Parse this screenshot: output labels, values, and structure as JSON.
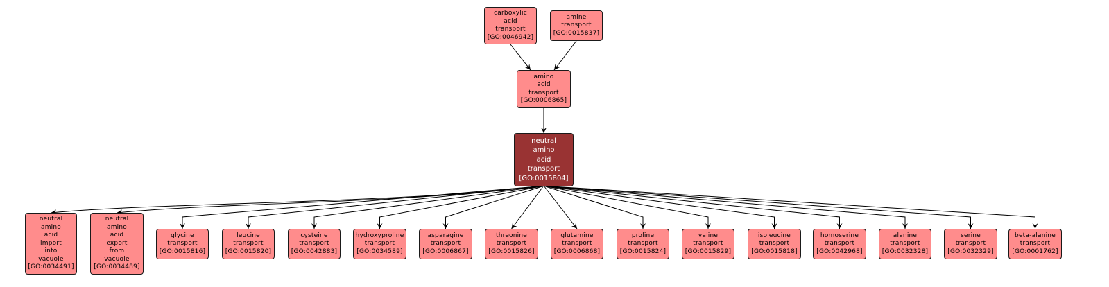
{
  "diagram": {
    "type": "GO term ancestor/descendant graph",
    "colors": {
      "node_fill": "#ff8c8c",
      "focus_fill": "#993333",
      "node_border": "#1a1a1a",
      "edge": "#000000",
      "focus_text": "#ffffff",
      "node_text": "#000000"
    },
    "nodes": [
      {
        "id": "GO:0046942",
        "lines": [
          "carboxylic",
          "acid",
          "transport",
          "[GO:0046942]"
        ],
        "role": "ancestor"
      },
      {
        "id": "GO:0015837",
        "lines": [
          "amine",
          "transport",
          "[GO:0015837]"
        ],
        "role": "ancestor"
      },
      {
        "id": "GO:0006865",
        "lines": [
          "amino",
          "acid",
          "transport",
          "[GO:0006865]"
        ],
        "role": "parent"
      },
      {
        "id": "GO:0015804",
        "lines": [
          "neutral",
          "amino",
          "acid",
          "transport",
          "[GO:0015804]"
        ],
        "role": "focus"
      },
      {
        "id": "GO:0034491",
        "lines": [
          "neutral",
          "amino",
          "acid",
          "import",
          "into",
          "vacuole",
          "[GO:0034491]"
        ],
        "role": "child"
      },
      {
        "id": "GO:0034489",
        "lines": [
          "neutral",
          "amino",
          "acid",
          "export",
          "from",
          "vacuole",
          "[GO:0034489]"
        ],
        "role": "child"
      },
      {
        "id": "GO:0015816",
        "lines": [
          "glycine",
          "transport",
          "[GO:0015816]"
        ],
        "role": "child"
      },
      {
        "id": "GO:0015820",
        "lines": [
          "leucine",
          "transport",
          "[GO:0015820]"
        ],
        "role": "child"
      },
      {
        "id": "GO:0042883",
        "lines": [
          "cysteine",
          "transport",
          "[GO:0042883]"
        ],
        "role": "child"
      },
      {
        "id": "GO:0034589",
        "lines": [
          "hydroxyproline",
          "transport",
          "[GO:0034589]"
        ],
        "role": "child"
      },
      {
        "id": "GO:0006867",
        "lines": [
          "asparagine",
          "transport",
          "[GO:0006867]"
        ],
        "role": "child"
      },
      {
        "id": "GO:0015826",
        "lines": [
          "threonine",
          "transport",
          "[GO:0015826]"
        ],
        "role": "child"
      },
      {
        "id": "GO:0006868",
        "lines": [
          "glutamine",
          "transport",
          "[GO:0006868]"
        ],
        "role": "child"
      },
      {
        "id": "GO:0015824",
        "lines": [
          "proline",
          "transport",
          "[GO:0015824]"
        ],
        "role": "child"
      },
      {
        "id": "GO:0015829",
        "lines": [
          "valine",
          "transport",
          "[GO:0015829]"
        ],
        "role": "child"
      },
      {
        "id": "GO:0015818",
        "lines": [
          "isoleucine",
          "transport",
          "[GO:0015818]"
        ],
        "role": "child"
      },
      {
        "id": "GO:0042968",
        "lines": [
          "homoserine",
          "transport",
          "[GO:0042968]"
        ],
        "role": "child"
      },
      {
        "id": "GO:0032328",
        "lines": [
          "alanine",
          "transport",
          "[GO:0032328]"
        ],
        "role": "child"
      },
      {
        "id": "GO:0032329",
        "lines": [
          "serine",
          "transport",
          "[GO:0032329]"
        ],
        "role": "child"
      },
      {
        "id": "GO:0001762",
        "lines": [
          "beta-alanine",
          "transport",
          "[GO:0001762]"
        ],
        "role": "child"
      }
    ],
    "edges": [
      {
        "from": "GO:0046942",
        "to": "GO:0006865"
      },
      {
        "from": "GO:0015837",
        "to": "GO:0006865"
      },
      {
        "from": "GO:0006865",
        "to": "GO:0015804"
      },
      {
        "from": "GO:0015804",
        "to": "GO:0034491"
      },
      {
        "from": "GO:0015804",
        "to": "GO:0034489"
      },
      {
        "from": "GO:0015804",
        "to": "GO:0015816"
      },
      {
        "from": "GO:0015804",
        "to": "GO:0015820"
      },
      {
        "from": "GO:0015804",
        "to": "GO:0042883"
      },
      {
        "from": "GO:0015804",
        "to": "GO:0034589"
      },
      {
        "from": "GO:0015804",
        "to": "GO:0006867"
      },
      {
        "from": "GO:0015804",
        "to": "GO:0015826"
      },
      {
        "from": "GO:0015804",
        "to": "GO:0006868"
      },
      {
        "from": "GO:0015804",
        "to": "GO:0015824"
      },
      {
        "from": "GO:0015804",
        "to": "GO:0015829"
      },
      {
        "from": "GO:0015804",
        "to": "GO:0015818"
      },
      {
        "from": "GO:0015804",
        "to": "GO:0042968"
      },
      {
        "from": "GO:0015804",
        "to": "GO:0032328"
      },
      {
        "from": "GO:0015804",
        "to": "GO:0032329"
      },
      {
        "from": "GO:0015804",
        "to": "GO:0001762"
      }
    ]
  }
}
